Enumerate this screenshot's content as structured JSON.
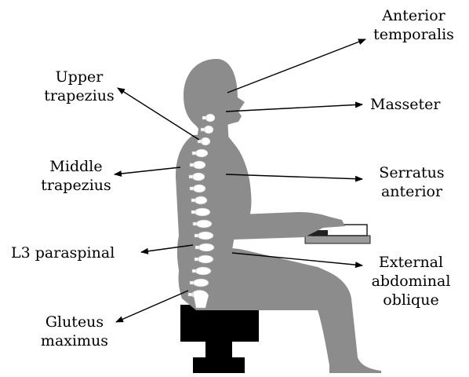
{
  "labels": {
    "anterior_temporalis": [
      "Anterior",
      "temporalis"
    ],
    "upper_trapezius": [
      "Upper",
      "trapezius"
    ],
    "masseter": [
      "Masseter"
    ],
    "middle_trapezius": [
      "Middle",
      "trapezius"
    ],
    "serratus_anterior": [
      "Serratus",
      "anterior"
    ],
    "l3_paraspinal": [
      "L3 paraspinal"
    ],
    "external_abdominal_oblique": [
      "External",
      "abdominal",
      "oblique"
    ],
    "gluteus_maximus": [
      "Gluteus",
      "maximus"
    ]
  },
  "colors": {
    "body": "#8c8c8c",
    "spine": "#ffffff",
    "chair": "#000000",
    "keyboard": "#9a9a9a",
    "arrows": "#000000"
  }
}
